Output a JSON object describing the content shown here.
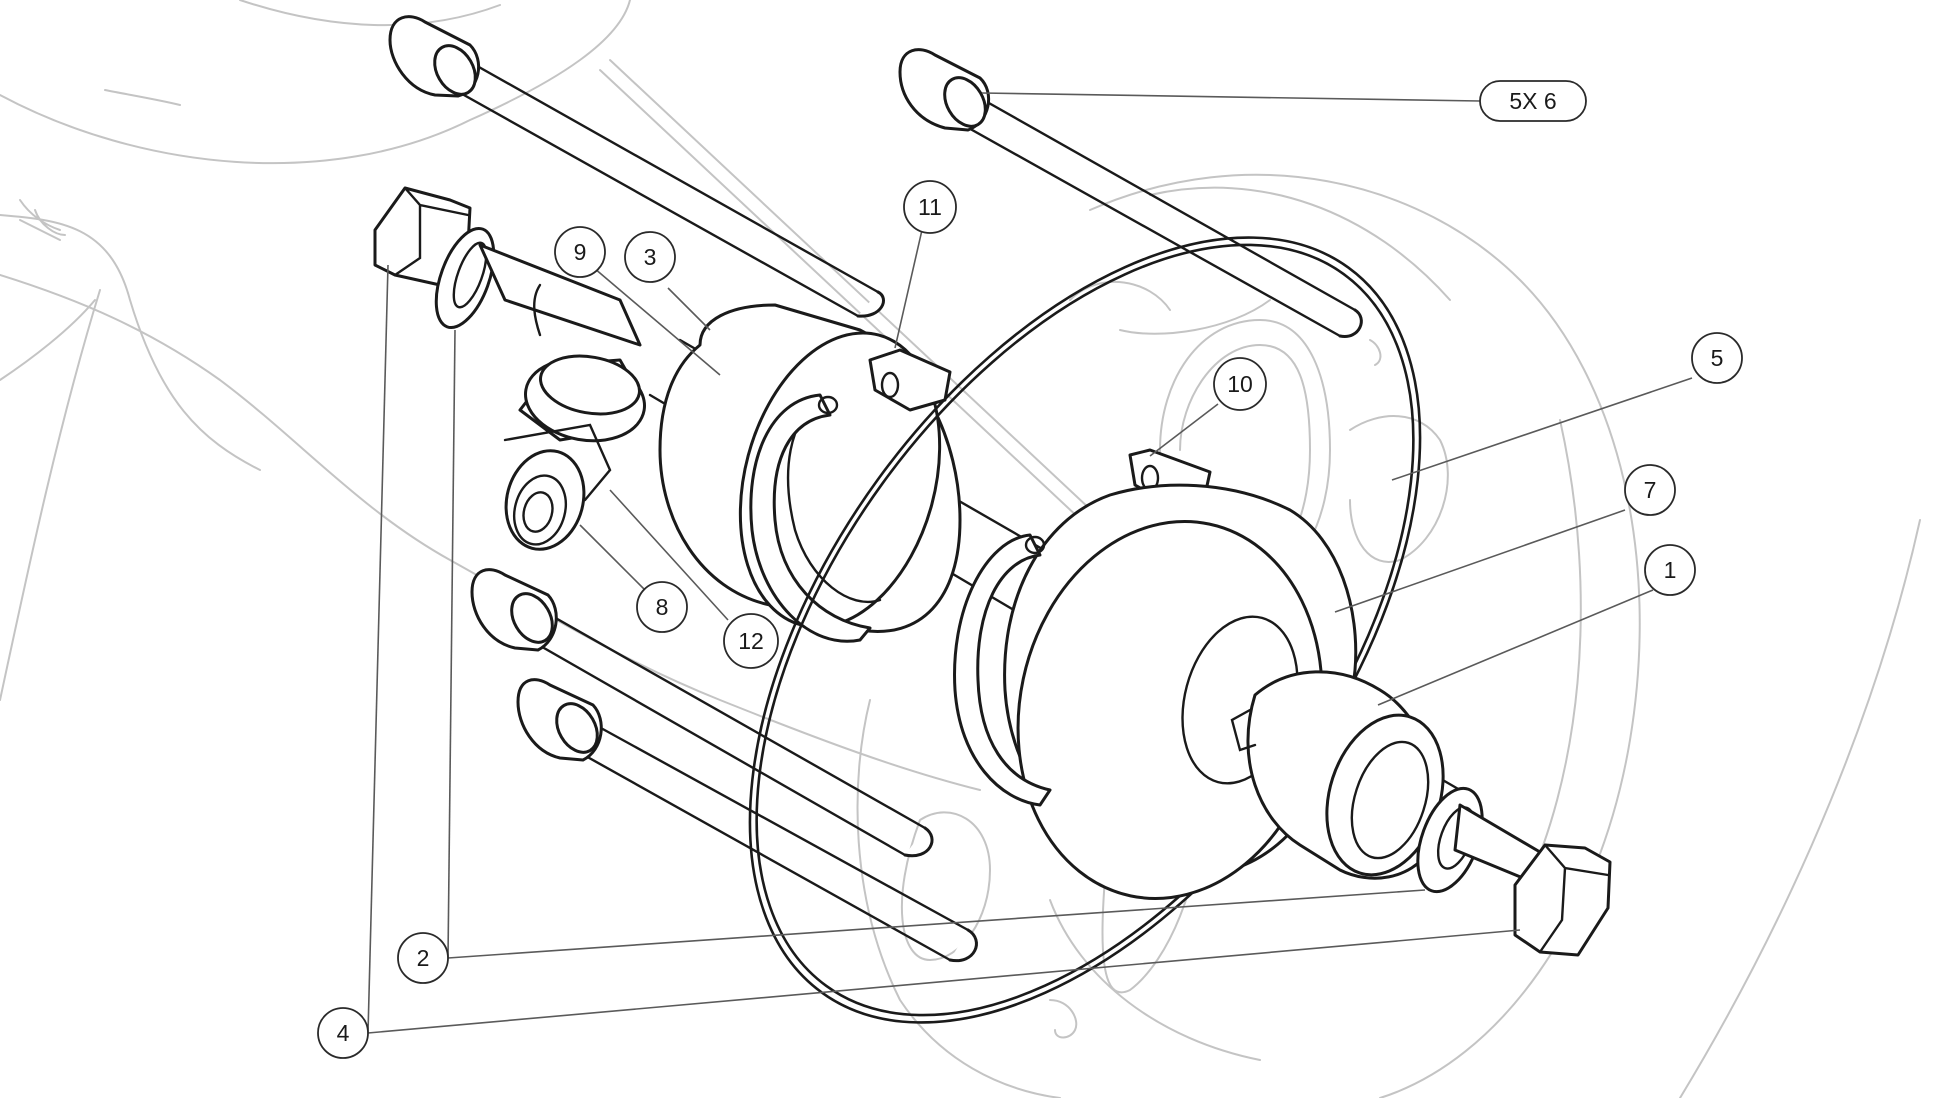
{
  "callouts": [
    {
      "id": "callout-1",
      "label": "1"
    },
    {
      "id": "callout-2",
      "label": "2"
    },
    {
      "id": "callout-3",
      "label": "3"
    },
    {
      "id": "callout-4",
      "label": "4"
    },
    {
      "id": "callout-5",
      "label": "5"
    },
    {
      "id": "callout-7",
      "label": "7"
    },
    {
      "id": "callout-8",
      "label": "8"
    },
    {
      "id": "callout-9",
      "label": "9"
    },
    {
      "id": "callout-10",
      "label": "10"
    },
    {
      "id": "callout-11",
      "label": "11"
    },
    {
      "id": "callout-12",
      "label": "12"
    }
  ],
  "quantity_note": "5X 6",
  "colors": {
    "line": "#1a1a1a",
    "ghost": "#c4c4c4",
    "leader": "#5a5a5a",
    "background": "#ffffff"
  }
}
